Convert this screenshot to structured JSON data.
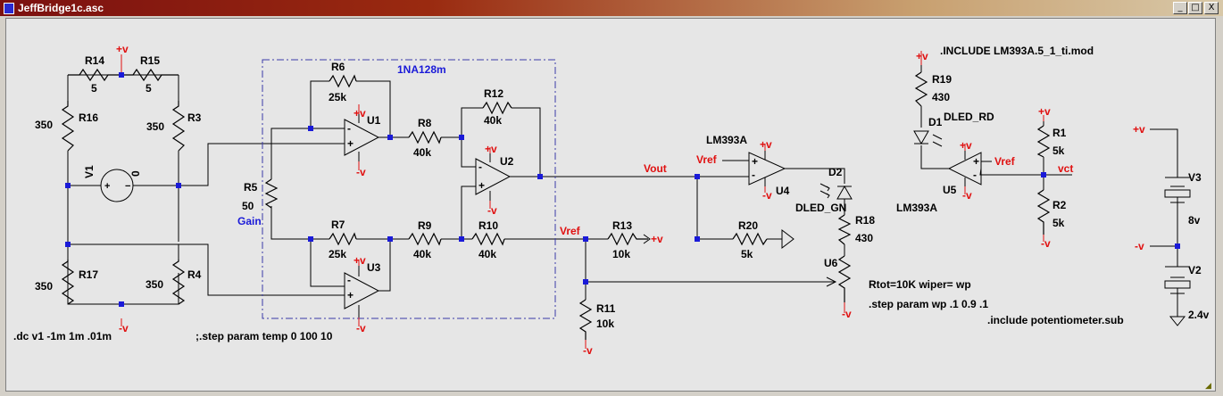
{
  "window": {
    "title": "JeffBridge1c.asc"
  },
  "title_buttons": {
    "minimize": "_",
    "maximize": "□",
    "close": "X"
  },
  "components": {
    "r14": {
      "name": "R14",
      "value": "5"
    },
    "r15": {
      "name": "R15",
      "value": "5"
    },
    "r16": {
      "name": "R16",
      "value": "350"
    },
    "r3": {
      "name": "R3",
      "value": "350"
    },
    "r17": {
      "name": "R17",
      "value": "350"
    },
    "r4": {
      "name": "R4",
      "value": "350"
    },
    "v1": {
      "name": "V1",
      "value": "0"
    },
    "r6": {
      "name": "R6",
      "value": "25k"
    },
    "r5": {
      "name": "R5",
      "value": "50"
    },
    "r7": {
      "name": "R7",
      "value": "25k"
    },
    "r8": {
      "name": "R8",
      "value": "40k"
    },
    "r9": {
      "name": "R9",
      "value": "40k"
    },
    "r12": {
      "name": "R12",
      "value": "40k"
    },
    "r10": {
      "name": "R10",
      "value": "40k"
    },
    "u1": {
      "name": "U1"
    },
    "u2": {
      "name": "U2"
    },
    "u3": {
      "name": "U3"
    },
    "u4": {
      "name": "U4",
      "model": "LM393A"
    },
    "u5": {
      "name": "U5",
      "model": "LM393A"
    },
    "u6": {
      "name": "U6"
    },
    "r13": {
      "name": "R13",
      "value": "10k"
    },
    "r11": {
      "name": "R11",
      "value": "10k"
    },
    "r20": {
      "name": "R20",
      "value": "5k"
    },
    "d2": {
      "name": "D2",
      "model": "DLED_GN"
    },
    "r18": {
      "name": "R18",
      "value": "430"
    },
    "r19": {
      "name": "R19",
      "value": "430"
    },
    "d1": {
      "name": "D1",
      "model": "DLED_RD"
    },
    "r1": {
      "name": "R1",
      "value": "5k"
    },
    "r2": {
      "name": "R2",
      "value": "5k"
    },
    "v3": {
      "name": "V3",
      "value": "8v"
    },
    "v2": {
      "name": "V2",
      "value": "2.4v"
    }
  },
  "nets": {
    "plus_v": "+v",
    "minus_v": "-v",
    "vout": "Vout",
    "vref": "Vref",
    "vct": "vct",
    "plus_sign": "+",
    "minus_sign": "-"
  },
  "subcircuit": {
    "name": "1NA128m",
    "gain_label": "Gain"
  },
  "directives": {
    "include_lm393": ".INCLUDE LM393A.5_1_ti.mod",
    "dc_sweep": ".dc v1 -1m 1m .01m",
    "step_temp": ";.step param temp 0 100 10",
    "rtot": "Rtot=10K wiper= wp",
    "step_wp": ".step param wp  .1 0.9 .1",
    "include_pot": ".include potentiometer.sub"
  },
  "colors": {
    "net_label": "#e01010",
    "junction": "#1a1ad8",
    "subcircuit_box": "#3a3aa8",
    "canvas": "#e6e6e6"
  }
}
